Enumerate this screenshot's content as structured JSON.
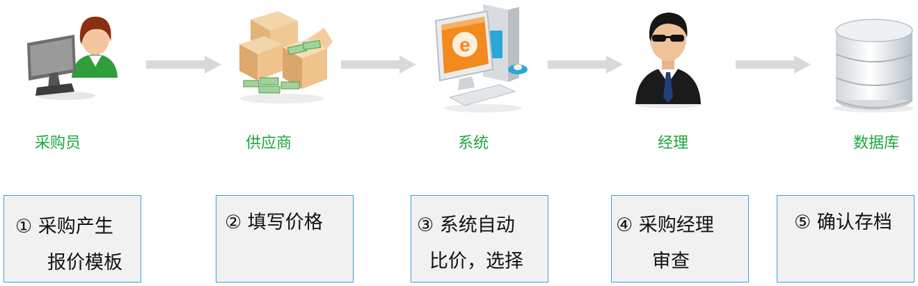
{
  "roles": {
    "purchaser": "采购员",
    "supplier": "供应商",
    "system": "系统",
    "manager": "经理",
    "database": "数据库"
  },
  "steps": [
    {
      "line1": "① 采购产生",
      "line2": "报价模板"
    },
    {
      "line1": "② 填写价格",
      "line2": ""
    },
    {
      "line1": "③ 系统自动",
      "line2": "比价，选择"
    },
    {
      "line1": "④ 采购经理",
      "line2": "审查"
    },
    {
      "line1": "⑤ 确认存档",
      "line2": ""
    }
  ],
  "colors": {
    "role_text": "#1aa63a",
    "box_border": "#3d9fd6",
    "box_fill": "#f1f1f1",
    "arrow": "#d9d9d9"
  },
  "icons": [
    "purchaser-at-computer-icon",
    "cardboard-boxes-with-money-icon",
    "desktop-computer-browser-icon",
    "businessman-sunglasses-icon",
    "database-cylinder-icon"
  ]
}
